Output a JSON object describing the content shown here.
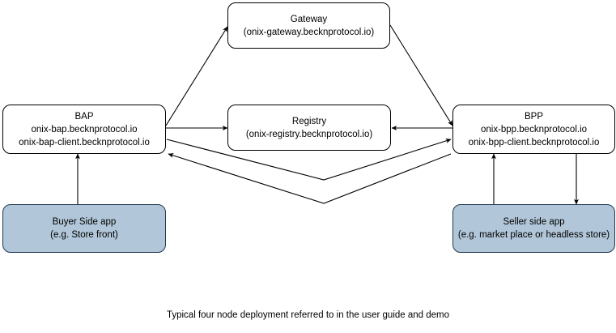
{
  "diagram": {
    "title_caption": "Typical four node deployment referred to in the user guide and demo",
    "background_color": "#ffffff",
    "stroke_color": "#000000",
    "shaded_fill_color": "#b1c6d8",
    "shaded_stroke_color": "#21394f",
    "nodes": {
      "gateway": {
        "name": "Gateway",
        "host": "(onix-gateway.becknprotocol.io)"
      },
      "bap": {
        "name": "BAP",
        "host1": "onix-bap.becknprotocol.io",
        "host2": "onix-bap-client.becknprotocol.io"
      },
      "registry": {
        "name": "Registry",
        "host": "(onix-registry.becknprotocol.io)"
      },
      "bpp": {
        "name": "BPP",
        "host1": "onix-bpp.becknprotocol.io",
        "host2": "onix-bpp-client.becknprotocol.io"
      },
      "buyer_app": {
        "name": "Buyer Side app",
        "detail": "(e.g. Store front)"
      },
      "seller_app": {
        "name": "Seller side app",
        "detail": "(e.g. market place or headless store)"
      }
    },
    "edges": [
      {
        "id": "bap-to-gateway",
        "from": "bap",
        "to": "gateway",
        "arrow": "to"
      },
      {
        "id": "gateway-to-bpp",
        "from": "gateway",
        "to": "bpp",
        "arrow": "to"
      },
      {
        "id": "bap-to-registry",
        "from": "bap",
        "to": "registry",
        "arrow": "to"
      },
      {
        "id": "bpp-to-registry",
        "from": "bpp",
        "to": "registry",
        "arrow": "to"
      },
      {
        "id": "bap-to-bpp",
        "from": "bap",
        "to": "bpp",
        "arrow": "to"
      },
      {
        "id": "bpp-to-bap",
        "from": "bpp",
        "to": "bap",
        "arrow": "to"
      },
      {
        "id": "buyer-app-to-bap",
        "from": "buyer_app",
        "to": "bap",
        "arrow": "to"
      },
      {
        "id": "seller-app-to-bpp",
        "from": "seller_app",
        "to": "bpp",
        "arrow": "to"
      },
      {
        "id": "bpp-to-seller-app",
        "from": "bpp",
        "to": "seller_app",
        "arrow": "to"
      }
    ]
  }
}
